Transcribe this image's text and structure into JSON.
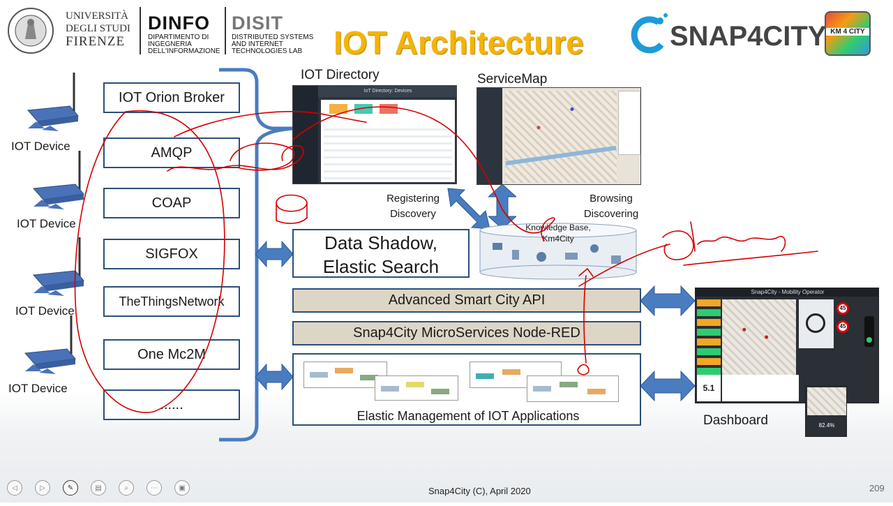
{
  "header": {
    "university": [
      "UNIVERSITÀ",
      "DEGLI STUDI",
      "FIRENZE"
    ],
    "dinfo_title": "DINFO",
    "dinfo_sub": [
      "DIPARTIMENTO DI",
      "INGEGNERIA",
      "DELL'INFORMAZIONE"
    ],
    "disit_title": "DISIT",
    "disit_sub": [
      "DISTRIBUTED SYSTEMS",
      "AND INTERNET",
      "TECHNOLOGIES LAB"
    ],
    "slide_title": "IOT Architecture",
    "brand": "SNAP4CITY",
    "km4city": "KM 4 CITY"
  },
  "devices": [
    "IOT Device",
    "IOT Device",
    "IOT Device",
    "IOT Device"
  ],
  "protocols": [
    "IOT Orion Broker",
    "AMQP",
    "COAP",
    "SIGFOX",
    "TheThingsNetwork",
    "One Mc2M",
    "......"
  ],
  "panels": {
    "iot_directory": "IOT Directory",
    "iot_directory_header": "IoT Directory: Devices",
    "service_map": "ServiceMap",
    "registering": [
      "Registering",
      "Discovery"
    ],
    "browsing": [
      "Browsing",
      "Discovering"
    ],
    "knowledge_base": [
      "Knowledge Base,",
      "Km4City"
    ],
    "data_shadow": [
      "Data Shadow,",
      "Elastic Search"
    ],
    "smart_city_api": "Advanced Smart City API",
    "microservices": "Snap4City MicroServices Node-RED",
    "elastic_mgmt": "Elastic Management of IOT Applications",
    "dashboard": "Dashboard",
    "dashboard_header": "Snap4City - Mobility Operator",
    "dashboard_value": "5.1",
    "dashboard_percent": "82.4%",
    "speed_sign": "45"
  },
  "footer": {
    "credit": "Snap4City (C), April 2020",
    "page": "209"
  },
  "colors": {
    "title": "#f4b400",
    "box_border": "#2b4f7a",
    "arrow": "#4a7cc0",
    "bar_fill": "#ddd6c6",
    "annotation": "#d40000"
  }
}
